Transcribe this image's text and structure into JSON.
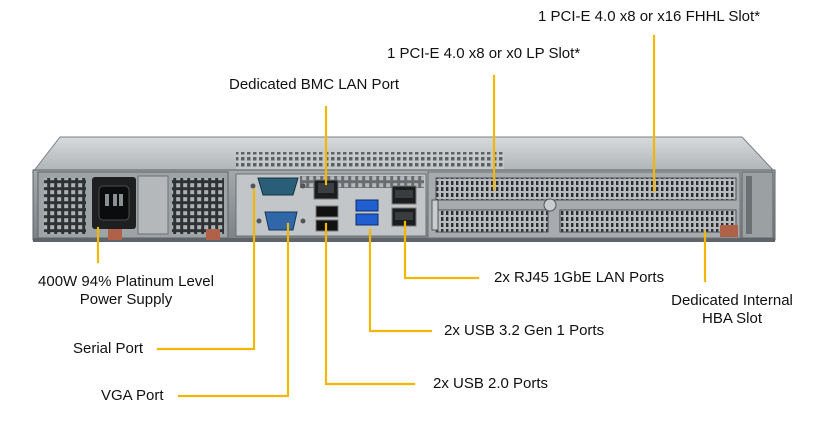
{
  "figure": {
    "line_color": "#F2B705",
    "chassis_color": "#8e9396",
    "labels": {
      "fhhl_slot": "1 PCI-E 4.0 x8 or x16 FHHL Slot*",
      "lp_slot": "1 PCI-E 4.0 x8 or x0 LP Slot*",
      "bmc_lan": "Dedicated BMC LAN Port",
      "psu_line1": "400W 94% Platinum Level",
      "psu_line2": "Power Supply",
      "rj45": "2x RJ45 1GbE LAN Ports",
      "hba_line1": "Dedicated Internal",
      "hba_line2": "HBA Slot",
      "usb32": "2x USB 3.2 Gen 1 Ports",
      "serial": "Serial Port",
      "usb20": "2x USB 2.0 Ports",
      "vga": "VGA Port"
    }
  }
}
